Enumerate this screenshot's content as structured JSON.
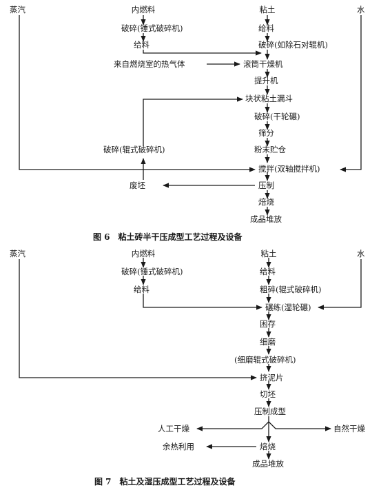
{
  "figure6": {
    "steam": "蒸汽",
    "water": "水",
    "fuel": "内燃料",
    "fuel_crush": "破碎(锤式破碎机)",
    "fuel_feed": "给料",
    "hot_gas": "来自燃烧室的热气体",
    "clay": "粘土",
    "clay_feed": "给料",
    "clay_crush": "破碎(如除石对辊机)",
    "drum_dryer": "滚筒干燥机",
    "elevator": "提升机",
    "hopper": "块状粘土漏斗",
    "dry_pan": "破碎(干轮碾)",
    "screen": "筛分",
    "powder_bin": "粉末贮仓",
    "scrap_crush": "破碎(辊式破碎机)",
    "mixing": "搅拌(双轴搅拌机)",
    "waste": "废坯",
    "pressing": "压制",
    "firing": "焙烧",
    "stacking": "成品堆放",
    "caption": "图 6　粘土砖半干压成型工艺过程及设备"
  },
  "figure7": {
    "steam": "蒸汽",
    "water": "水",
    "fuel": "内燃料",
    "fuel_crush": "破碎(锤式破碎机)",
    "fuel_feed": "给料",
    "clay": "粘土",
    "clay_feed": "给料",
    "coarse_crush": "粗碎(辊式破碎机)",
    "wet_pan": "碾练(湿轮碾)",
    "storage": "困存",
    "fine_grind": "细磨",
    "fine_grind_equip": "(细磨辊式破碎机)",
    "extrusion": "挤泥片",
    "cutting": "切坯",
    "press_forming": "压制成型",
    "artificial_dry": "人工干燥",
    "natural_dry": "自然干燥",
    "waste_heat": "余热利用",
    "firing": "焙烧",
    "stacking": "成品堆放",
    "caption": "图 7　粘土及湿压成型工艺过程及设备"
  }
}
